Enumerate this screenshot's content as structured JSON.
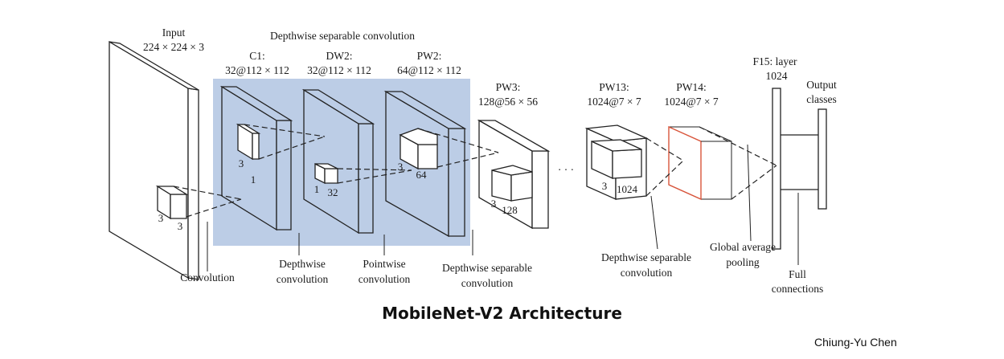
{
  "caption": "MobileNet-V2 Architecture",
  "credit": "Chiung-Yu Chen",
  "colors": {
    "highlight_bg": "#bccde6",
    "pw14_edge": "#d9553b",
    "stroke": "#222222"
  },
  "labels": {
    "input_title": "Input",
    "input_dims": "224 × 224 × 3",
    "dsc_header": "Depthwise separable convolution",
    "c1_title": "C1:",
    "c1_dims": "32@112 × 112",
    "dw2_title": "DW2:",
    "dw2_dims": "32@112 × 112",
    "pw2_title": "PW2:",
    "pw2_dims": "64@112 × 112",
    "pw3_title": "PW3:",
    "pw3_dims": "128@56 × 56",
    "pw13_title": "PW13:",
    "pw13_dims": "1024@7 × 7",
    "pw14_title": "PW14:",
    "pw14_dims": "1024@7 × 7",
    "f15_title": "F15: layer",
    "f15_dims": "1024",
    "output_l1": "Output",
    "output_l2": "classes",
    "ellipsis": "· · ·"
  },
  "kernels": {
    "input_k1": "3",
    "input_k2": "3",
    "c1_k": "3",
    "c1_depth": "1",
    "dw2_k1": "1",
    "dw2_k2": "32",
    "pw2_k": "3",
    "pw2_depth": "64",
    "pw3_k": "3",
    "pw3_depth": "128",
    "pw13_k": "3",
    "pw13_depth": "1024"
  },
  "bottom_labels": {
    "convolution": "Convolution",
    "depthwise_l1": "Depthwise",
    "depthwise_l2": "convolution",
    "pointwise_l1": "Pointwise",
    "pointwise_l2": "convolution",
    "dsc1_l1": "Depthwise separable",
    "dsc1_l2": "convolution",
    "dsc2_l1": "Depthwise separable",
    "dsc2_l2": "convolution",
    "gap_l1": "Global average",
    "gap_l2": "pooling",
    "full_l1": "Full",
    "full_l2": "connections"
  }
}
